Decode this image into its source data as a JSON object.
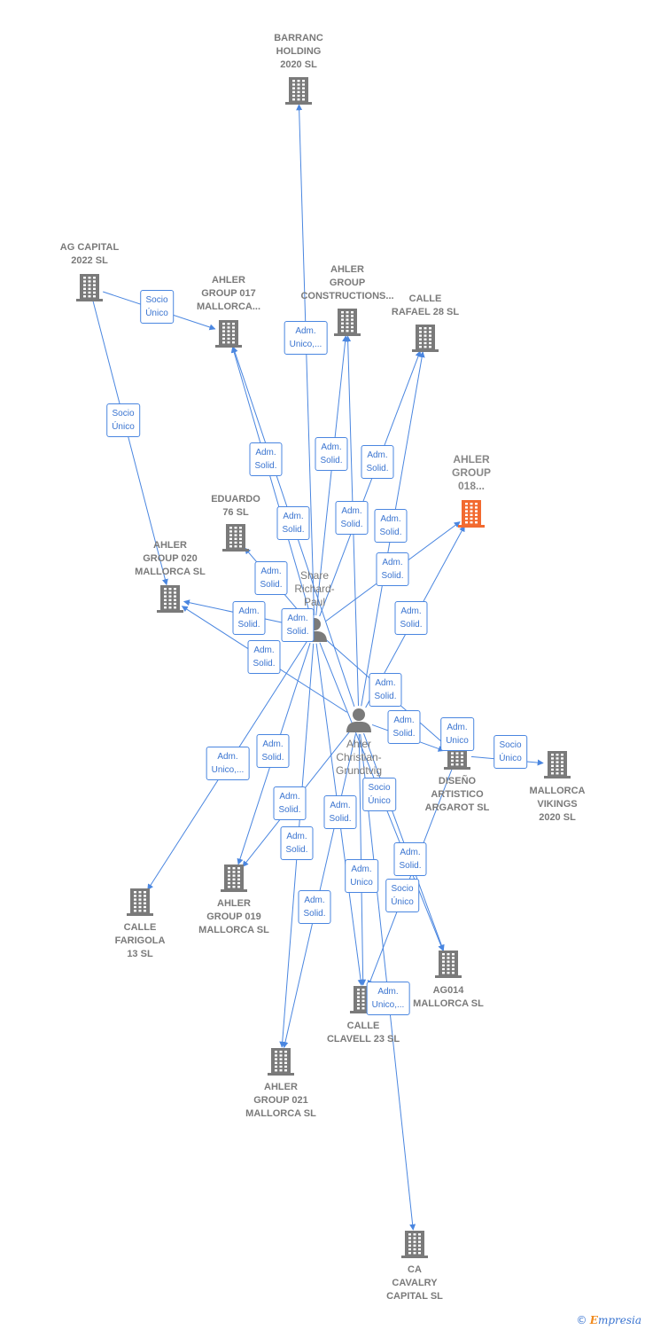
{
  "colors": {
    "edge": "#4a86e0",
    "icon": "#7a7a7a",
    "focus": "#f26a30",
    "label": "#7a7a7a"
  },
  "nodes": [
    {
      "id": "barranc",
      "kind": "company",
      "icon": "building-icon",
      "lines": [
        "BARRANC",
        "HOLDING",
        "2020 SL"
      ]
    },
    {
      "id": "agcapital",
      "kind": "company",
      "icon": "building-icon",
      "lines": [
        "AG CAPITAL",
        "2022 SL"
      ]
    },
    {
      "id": "ahler017",
      "kind": "company",
      "icon": "building-icon",
      "lines": [
        "AHLER",
        "GROUP 017",
        "MALLORCA..."
      ]
    },
    {
      "id": "constructions",
      "kind": "company",
      "icon": "building-icon",
      "lines": [
        "AHLER",
        "GROUP",
        "CONSTRUCTIONS..."
      ]
    },
    {
      "id": "rafael",
      "kind": "company",
      "icon": "building-icon",
      "lines": [
        "CALLE",
        "RAFAEL 28 SL"
      ]
    },
    {
      "id": "ahler018",
      "kind": "focus",
      "icon": "building-icon",
      "lines": [
        "AHLER",
        "GROUP",
        "018..."
      ]
    },
    {
      "id": "eduardo",
      "kind": "company",
      "icon": "building-icon",
      "lines": [
        "EDUARDO",
        "76 SL"
      ]
    },
    {
      "id": "ahler020",
      "kind": "company",
      "icon": "building-icon",
      "lines": [
        "AHLER",
        "GROUP 020",
        "MALLORCA SL"
      ]
    },
    {
      "id": "share",
      "kind": "person",
      "icon": "person-icon",
      "lines": [
        "Share",
        "Richard-",
        "Paul"
      ]
    },
    {
      "id": "christian",
      "kind": "person",
      "icon": "person-icon",
      "lines": [
        "Ahler",
        "Christian-",
        "Grundtvig"
      ]
    },
    {
      "id": "diseno",
      "kind": "company",
      "icon": "building-icon",
      "lines": [
        "DISEÑO",
        "ARTISTICO",
        "ARGAROT SL"
      ]
    },
    {
      "id": "vikings",
      "kind": "company",
      "icon": "building-icon",
      "lines": [
        "MALLORCA",
        "VIKINGS",
        "2020 SL"
      ]
    },
    {
      "id": "farigola",
      "kind": "company",
      "icon": "building-icon",
      "lines": [
        "CALLE",
        "FARIGOLA",
        "13 SL"
      ]
    },
    {
      "id": "ahler019",
      "kind": "company",
      "icon": "building-icon",
      "lines": [
        "AHLER",
        "GROUP 019",
        "MALLORCA SL"
      ]
    },
    {
      "id": "ag014",
      "kind": "company",
      "icon": "building-icon",
      "lines": [
        "AG014",
        "MALLORCA SL"
      ]
    },
    {
      "id": "clavell",
      "kind": "company",
      "icon": "building-icon",
      "lines": [
        "CALLE",
        "CLAVELL 23 SL"
      ]
    },
    {
      "id": "ahler021",
      "kind": "company",
      "icon": "building-icon",
      "lines": [
        "AHLER",
        "GROUP 021",
        "MALLORCA SL"
      ]
    },
    {
      "id": "cavalry",
      "kind": "company",
      "icon": "building-icon",
      "lines": [
        "CA",
        "CAVALRY",
        "CAPITAL SL"
      ]
    }
  ],
  "edges": [
    {
      "from": "agcapital",
      "to": "ahler017"
    },
    {
      "from": "agcapital",
      "to": "ahler020"
    },
    {
      "from": "share",
      "to": "barranc"
    },
    {
      "from": "share",
      "to": "ahler017"
    },
    {
      "from": "christian",
      "to": "ahler017"
    },
    {
      "from": "share",
      "to": "constructions"
    },
    {
      "from": "christian",
      "to": "constructions"
    },
    {
      "from": "share",
      "to": "rafael"
    },
    {
      "from": "christian",
      "to": "rafael"
    },
    {
      "from": "share",
      "to": "ahler018"
    },
    {
      "from": "christian",
      "to": "ahler018"
    },
    {
      "from": "share",
      "to": "eduardo"
    },
    {
      "from": "share",
      "to": "ahler020"
    },
    {
      "from": "christian",
      "to": "ahler020"
    },
    {
      "from": "share",
      "to": "diseno"
    },
    {
      "from": "christian",
      "to": "diseno"
    },
    {
      "from": "diseno",
      "to": "vikings"
    },
    {
      "from": "share",
      "to": "farigola"
    },
    {
      "from": "share",
      "to": "ahler019"
    },
    {
      "from": "christian",
      "to": "ahler019"
    },
    {
      "from": "share",
      "to": "ag014"
    },
    {
      "from": "christian",
      "to": "ag014"
    },
    {
      "from": "share",
      "to": "clavell"
    },
    {
      "from": "christian",
      "to": "clavell"
    },
    {
      "from": "diseno",
      "to": "clavell"
    },
    {
      "from": "share",
      "to": "ahler021"
    },
    {
      "from": "christian",
      "to": "ahler021"
    },
    {
      "from": "christian",
      "to": "cavalry"
    }
  ],
  "edge_labels": [
    {
      "lines": [
        "Socio",
        "Único"
      ]
    },
    {
      "lines": [
        "Socio",
        "Único"
      ]
    },
    {
      "lines": [
        "Adm.",
        "Unico,..."
      ]
    },
    {
      "lines": [
        "Adm.",
        "Solid."
      ]
    },
    {
      "lines": [
        "Adm.",
        "Solid."
      ]
    },
    {
      "lines": [
        "Adm.",
        "Solid."
      ]
    },
    {
      "lines": [
        "Adm.",
        "Solid."
      ]
    },
    {
      "lines": [
        "Adm.",
        "Solid."
      ]
    },
    {
      "lines": [
        "Adm.",
        "Solid."
      ]
    },
    {
      "lines": [
        "Adm.",
        "Solid."
      ]
    },
    {
      "lines": [
        "Adm.",
        "Solid."
      ]
    },
    {
      "lines": [
        "Adm.",
        "Solid."
      ]
    },
    {
      "lines": [
        "Adm.",
        "Solid."
      ]
    },
    {
      "lines": [
        "Adm.",
        "Solid."
      ]
    },
    {
      "lines": [
        "Adm.",
        "Solid."
      ]
    },
    {
      "lines": [
        "Adm.",
        "Solid."
      ]
    },
    {
      "lines": [
        "Adm.",
        "Solid."
      ]
    },
    {
      "lines": [
        "Adm.",
        "Unico"
      ]
    },
    {
      "lines": [
        "Socio",
        "Único"
      ]
    },
    {
      "lines": [
        "Adm.",
        "Unico,..."
      ]
    },
    {
      "lines": [
        "Adm.",
        "Solid."
      ]
    },
    {
      "lines": [
        "Adm.",
        "Solid."
      ]
    },
    {
      "lines": [
        "Adm.",
        "Solid."
      ]
    },
    {
      "lines": [
        "Socio",
        "Único"
      ]
    },
    {
      "lines": [
        "Adm.",
        "Solid."
      ]
    },
    {
      "lines": [
        "Adm.",
        "Solid."
      ]
    },
    {
      "lines": [
        "Adm.",
        "Unico"
      ]
    },
    {
      "lines": [
        "Socio",
        "Único"
      ]
    },
    {
      "lines": [
        "Adm.",
        "Solid."
      ]
    },
    {
      "lines": [
        "Adm.",
        "Unico,..."
      ]
    }
  ],
  "footer": {
    "copyright": "©",
    "brand_initial": "E",
    "brand_rest": "mpresia"
  }
}
